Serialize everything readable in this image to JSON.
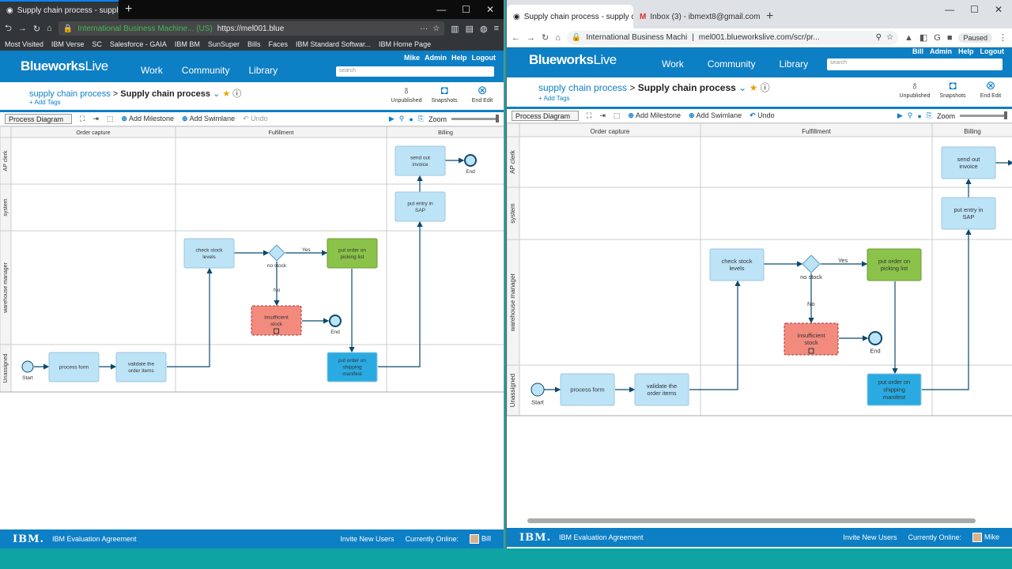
{
  "left_window": {
    "tab_title": "Supply chain process - supply c",
    "url_site": "International Business Machine... (US)",
    "url_path": "https://mel001.blue",
    "bookmarks": [
      "Most Visited",
      "IBM Verse",
      "SC",
      "Salesforce - GAIA",
      "IBM BM",
      "SunSuper",
      "Bills",
      "Faces",
      "IBM Standard Softwar...",
      "IBM Home Page"
    ],
    "user": {
      "name": "Mike",
      "admin": "Admin",
      "help": "Help",
      "logout": "Logout"
    },
    "online_user": "Bill"
  },
  "right_window": {
    "tabs": [
      "Supply chain process - supply ch",
      "Inbox (3) - ibmext8@gmail.com"
    ],
    "url_site": "International Business Machi",
    "url_path": "mel001.blueworkslive.com/scr/pr...",
    "paused": "Paused",
    "user": {
      "name": "Bill",
      "admin": "Admin",
      "help": "Help",
      "logout": "Logout"
    },
    "online_user": "Mike"
  },
  "app": {
    "logo_a": "Blueworks",
    "logo_b": "Live",
    "nav": [
      "Work",
      "Community",
      "Library"
    ],
    "search_placeholder": "search",
    "breadcrumb_parent": "supply chain process",
    "breadcrumb_sep": ">",
    "breadcrumb_current": "Supply chain process",
    "add_tags": "+ Add Tags",
    "actions": [
      "Unpublished",
      "Snapshots",
      "End Edit"
    ],
    "view_select": "Process Diagram",
    "add_milestone": "Add Milestone",
    "add_swimlane": "Add Swimlane",
    "undo": "Undo",
    "zoom": "Zoom",
    "footer_logo": "IBM.",
    "footer_agreement": "IBM Evaluation Agreement",
    "invite": "Invite New Users",
    "currently_online": "Currently Online:"
  },
  "diagram": {
    "milestones": [
      "Order capture",
      "Fulfillment",
      "Billing"
    ],
    "lanes": [
      "AP clerk",
      "system",
      "warehouse manager",
      "Unassigned"
    ],
    "activities": {
      "send_invoice": "send out invoice",
      "put_sap": "put entry in SAP",
      "check_stock": "check stock levels",
      "put_picking": "put order on picking list",
      "insufficient": "insufficient stock",
      "process_form": "process form",
      "validate": "validate the order items",
      "put_shipping": "put order on shipping manifest"
    },
    "gateway": "no stock",
    "yes": "Yes",
    "no": "No",
    "start": "Start",
    "end": "End",
    "colors": {
      "activity": "#bde3f7",
      "green": "#8bc34a",
      "red": "#f28b7e",
      "blue": "#29abe2"
    }
  }
}
